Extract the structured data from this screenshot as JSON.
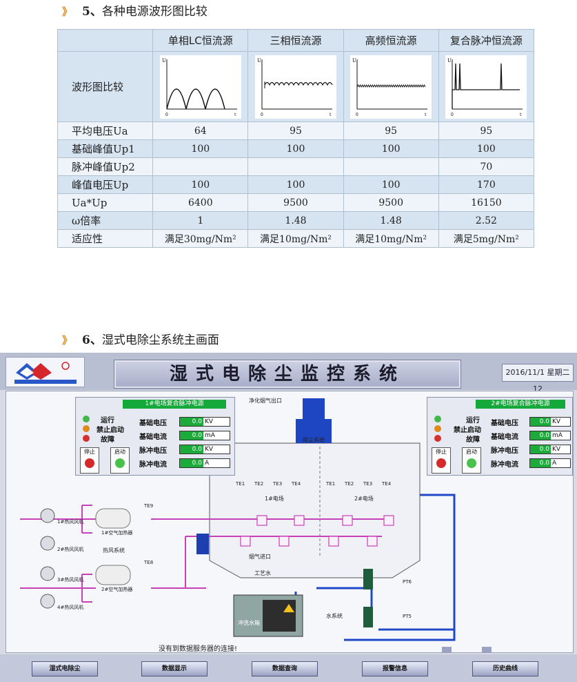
{
  "section5": {
    "num": "5、",
    "title": "各种电源波形图比较"
  },
  "section6": {
    "num": "6、",
    "title": "湿式电除尘系统主画面"
  },
  "table": {
    "headers": [
      "",
      "单相LC恒流源",
      "三相恒流源",
      "高频恒流源",
      "复合脉冲恒流源"
    ],
    "wave_row_label": "波形图比较",
    "wave_axis": {
      "y": "U",
      "x_origin": "0",
      "x_end": "t"
    },
    "rows": [
      {
        "label": "平均电压Ua",
        "cells": [
          "64",
          "95",
          "95",
          "95"
        ]
      },
      {
        "label": "基础峰值Up1",
        "cells": [
          "100",
          "100",
          "100",
          "100"
        ]
      },
      {
        "label": "脉冲峰值Up2",
        "cells": [
          "",
          "",
          "",
          "70"
        ]
      },
      {
        "label": "峰值电压Up",
        "cells": [
          "100",
          "100",
          "100",
          "170"
        ]
      },
      {
        "label": "Ua*Up",
        "cells": [
          "6400",
          "9500",
          "9500",
          "16150"
        ]
      },
      {
        "label": "ω倍率",
        "cells": [
          "1",
          "1.48",
          "1.48",
          "2.52"
        ]
      },
      {
        "label": "适应性",
        "cells": [
          "满足30mg/Nm²",
          "满足10mg/Nm²",
          "满足10mg/Nm²",
          "满足5mg/Nm²"
        ]
      }
    ]
  },
  "scada": {
    "title": "湿式电除尘监控系统",
    "datetime": "2016/11/1 星期二 12",
    "outlet_label": "净化烟气出口",
    "dust_system": "除尘系统",
    "field1": "1#电场",
    "field2": "2#电场",
    "flue_inlet": "烟气进口",
    "process_water": "工艺水",
    "heat_system": "热风系统",
    "water_tank": "冲洗水箱",
    "water_system": "水系统",
    "status_msg": "没有到数据服务器的连接!",
    "panel_left": {
      "title": "1#电场复合脉冲电源",
      "status": [
        "运行",
        "禁止启动",
        "故障"
      ],
      "stop": "停止",
      "start": "启动",
      "readings": [
        {
          "label": "基础电压",
          "value": "0.0",
          "unit": "KV"
        },
        {
          "label": "基础电流",
          "value": "0.0",
          "unit": "mA"
        },
        {
          "label": "脉冲电压",
          "value": "0.0",
          "unit": "KV"
        },
        {
          "label": "脉冲电流",
          "value": "0.0",
          "unit": "A"
        }
      ]
    },
    "panel_right": {
      "title": "2#电场复合脉冲电源",
      "status": [
        "运行",
        "禁止启动",
        "故障"
      ],
      "stop": "停止",
      "start": "启动",
      "readings": [
        {
          "label": "基础电压",
          "value": "0.0",
          "unit": "KV"
        },
        {
          "label": "基础电流",
          "value": "0.0",
          "unit": "mA"
        },
        {
          "label": "脉冲电压",
          "value": "0.0",
          "unit": "KV"
        },
        {
          "label": "脉冲电流",
          "value": "0.0",
          "unit": "A"
        }
      ]
    },
    "temp_sensors_left": [
      "TE1",
      "TE2",
      "TE3",
      "TE4"
    ],
    "temp_sensors_right": [
      "TE1",
      "TE2",
      "TE3",
      "TE4"
    ],
    "fans": [
      "1#热风风机",
      "2#热风风机",
      "3#热风风机",
      "4#热风风机"
    ],
    "heaters": [
      "1#空气加热器",
      "2#空气加热器"
    ],
    "heater_temps": [
      "TE9",
      "TE8"
    ],
    "pressure_tags": [
      "PT6",
      "PT5"
    ],
    "nav_buttons": [
      "湿式电除尘",
      "数据显示",
      "数据查询",
      "报警信息",
      "历史曲线"
    ],
    "colors": {
      "accent_green": "#15a83a",
      "pipe_magenta": "#c93fb8",
      "pipe_blue": "#1e48c8"
    }
  }
}
